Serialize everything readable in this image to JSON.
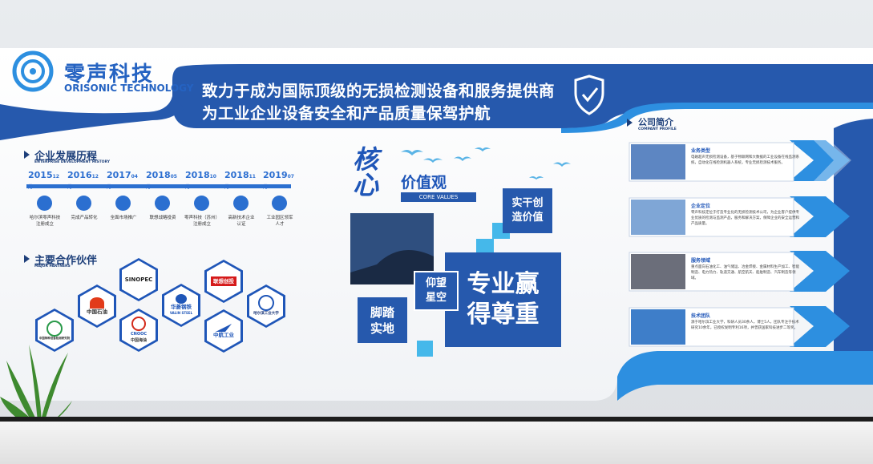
{
  "brand": {
    "name": "零声科技",
    "name_en": "ORISONIC TECHNOLOGY"
  },
  "slogans": [
    "致力于成为国际顶级的无损检测设备和服务提供商",
    "为工业企业设备安全和产品质量保驾护航"
  ],
  "history": {
    "title": "企业发展历程",
    "title_en": "ENTERPRISE DEVELOPMENT HISTORY",
    "milestones": [
      {
        "year": "2015",
        "month": "12月",
        "label": "哈尔滨零声科技\n注册成立"
      },
      {
        "year": "2016",
        "month": "12月",
        "label": "完成产品转化"
      },
      {
        "year": "2017",
        "month": "04月",
        "label": "全面市场推广"
      },
      {
        "year": "2018",
        "month": "05月",
        "label": "联想战略投资"
      },
      {
        "year": "2018",
        "month": "10月",
        "label": "零声科技（苏州）\n注册成立"
      },
      {
        "year": "2018",
        "month": "11月",
        "label": "高新技术企业\n认证"
      },
      {
        "year": "2019",
        "month": "07月",
        "label": "工业园区领军\n人才"
      }
    ]
  },
  "partners": {
    "title": "主要合作伙伴",
    "title_en": "MAJOR PARTNERS",
    "items": [
      {
        "label": "联想创投"
      },
      {
        "label": "中国石油"
      },
      {
        "label": "SINOPEC"
      },
      {
        "label": "华菱钢铁",
        "sub": "VALIN STEEL"
      },
      {
        "label": "CNOOC",
        "sub": "中国海油"
      },
      {
        "label": "中航工业"
      },
      {
        "label": "中国特种设备检测研究院"
      },
      {
        "label": "哈尔滨工业大学"
      }
    ]
  },
  "values": {
    "title_vertical": "核心",
    "title": "价值观",
    "title_en": "CORE VALUES",
    "blocks": {
      "practical": "实干创\n造价值",
      "professional": "专业赢\n得尊重",
      "aspire": "仰望\n星空",
      "grounded": "脚踏\n实地"
    }
  },
  "company": {
    "title": "公司简介",
    "title_en": "COMPANY PROFILE",
    "cards": [
      {
        "title": "业务类型",
        "desc": "电磁超声无损检测设备，基于物联网和大数据的工业设备在线监测系统，自动化在线检测机器人系统，专业无损检测技术服务。"
      },
      {
        "title": "企业定位",
        "desc": "零声科技定位于打造专业化的无损检测技术公司，为企业客户提供专业优质的检测与监测产品，服务和解决方案，保障企业的安全运营和产品质量。"
      },
      {
        "title": "服务领域",
        "desc": "重点面向石油化工、油气储运、冶金焊接、金属材料生产加工、智能制造、电力热力、轨道交通、航空航天、船舶制造、汽车制造等领域。"
      },
      {
        "title": "技术团队",
        "desc": "源于哈尔滨工业大学，科研人员30余人，博士5人，团队专注于技术研究10余年，已授权发明专利16项，并曾获国家科技进步二等奖。"
      }
    ]
  },
  "colors": {
    "primary": "#2659ad",
    "light_blue": "#2d8fe0",
    "cyan": "#45b8ea",
    "dark": "#1d3f7a"
  }
}
